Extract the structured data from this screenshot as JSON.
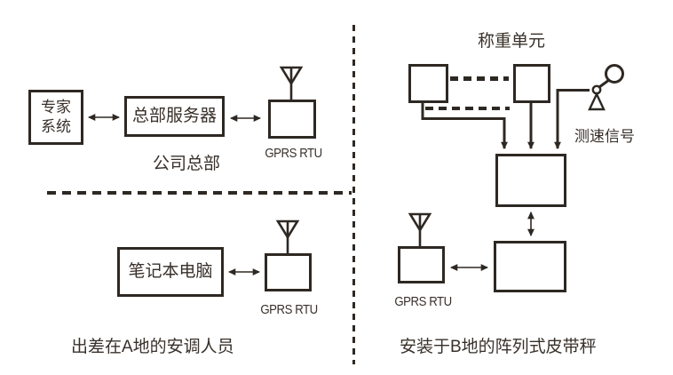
{
  "colors": {
    "line": "#2e2823",
    "text": "#38302a",
    "background": "#ffffff"
  },
  "sections": {
    "headquarters": {
      "expert_system": "专家\n系统",
      "server": "总部服务器",
      "rtu_label": "GPRS RTU",
      "caption": "公司总部"
    },
    "field": {
      "laptop": "笔记本电脑",
      "rtu_label": "GPRS RTU",
      "caption": "出差在A地的安调人员"
    },
    "scale": {
      "title": "称重单元",
      "speed_signal": "测速信号",
      "rtu_label": "GPRS RTU",
      "caption": "安装于B地的阵列式皮带秤"
    }
  }
}
